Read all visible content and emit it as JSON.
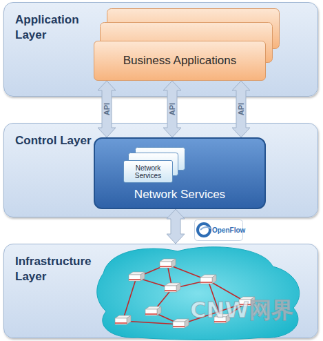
{
  "diagram": {
    "nodes": [
      {
        "text": [
          "Application Layer"
        ]
      },
      {
        "text": [
          "Business Applications"
        ],
        "in": 0
      },
      {
        "text": [
          "Control Layer"
        ]
      },
      {
        "text": [
          "Network Services"
        ],
        "in": 2
      },
      {
        "text": [
          "Network Services"
        ],
        "in": 3
      },
      {
        "text": [
          "Infrastructure Layer"
        ]
      }
    ],
    "edges": [
      {
        "from": 1,
        "to": 3,
        "arrow": "both",
        "label": "API"
      },
      {
        "from": 1,
        "to": 3,
        "arrow": "both",
        "label": "API"
      },
      {
        "from": 1,
        "to": 3,
        "arrow": "both",
        "label": "API"
      },
      {
        "from": 3,
        "to": 5,
        "arrow": "both",
        "label": "OpenFlow"
      }
    ],
    "labels": [
      "CNW网界"
    ]
  }
}
